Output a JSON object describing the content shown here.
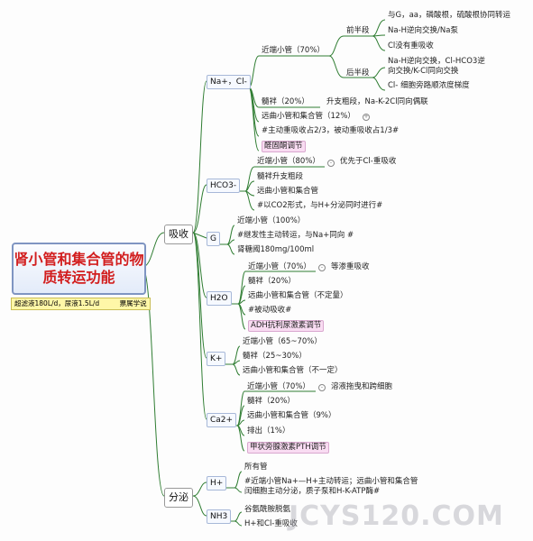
{
  "root": {
    "title": "肾小管和集合管的物质转运功能"
  },
  "note": {
    "text": "超滤液180L/d，尿液1.5L/d　　　票属学说"
  },
  "branches": {
    "absorption": {
      "label": "吸收",
      "na_cl": {
        "label": "Na+，Cl-",
        "proximal": {
          "label": "近端小管（70%）",
          "front": {
            "label": "前半段",
            "items": [
              "与G，aa，磷酸根，硫酸根协同转运",
              "Na-H逆向交换/Na泵",
              "Cl没有重吸收"
            ]
          },
          "back": {
            "label": "后半段",
            "items": [
              "Na-H逆向交换，Cl-HCO3逆向交换/K-Cl同向交换",
              "Cl- 细胞旁路顺浓度梯度"
            ]
          }
        },
        "loop": {
          "label": "髓袢（20%）",
          "detail": "升支粗段，Na-K-2Cl同向偶联"
        },
        "distal": "远曲小管和集合管（12%）",
        "note": "#主动重吸收占2/3，被动重吸收占1/3#",
        "hormone": "醛固酮调节"
      },
      "hco3": {
        "label": "HCO3-",
        "proximal": "近端小管（80%）",
        "proximal_detail": "优先于Cl-重吸收",
        "loop": "髓袢升支粗段",
        "distal": "远曲小管和集合管",
        "note": "#以CO2形式，与H+分泌同时进行#"
      },
      "g": {
        "label": "G",
        "proximal": "近端小管（100%）",
        "note": "#继发性主动转运，与Na+同向 #",
        "threshold": "肾糖阈180mg/100ml"
      },
      "h2o": {
        "label": "H2O",
        "proximal": "近端小管（70%）",
        "proximal_detail": "等渗重吸收",
        "loop": "髓袢（20%）",
        "distal": "远曲小管和集合管（不定量）",
        "note": "#被动吸收#",
        "hormone": "ADH抗利尿激素调节"
      },
      "k": {
        "label": "K+",
        "proximal": "近端小管（65~70%）",
        "loop": "髓袢（25~30%）",
        "distal": "远曲小管和集合管（不一定）"
      },
      "ca": {
        "label": "Ca2+",
        "proximal": "近端小管（70%）",
        "proximal_detail": "溶液拖曳和跨细胞",
        "loop": "髓袢（20%）",
        "distal": "远曲小管和集合管（9%）",
        "excrete": "排出（1%）",
        "hormone": "甲状旁腺激素PTH调节"
      }
    },
    "secretion": {
      "label": "分泌",
      "h": {
        "label": "H+",
        "all": "所有管",
        "detail": "#近端小管Na+—H+主动转运；远曲小管和集合管闰细胞主动分泌，质子泵和H-K-ATP酶#"
      },
      "nh3": {
        "label": "NH3",
        "item1": "谷氨酰胺脱氨",
        "item2": "H+和Cl-重吸收"
      }
    }
  },
  "watermark": "JCYS120.COM",
  "colors": {
    "connector": "#2f7d32",
    "root_text": "#d21e1e",
    "pink_fill": "#f9dcf2",
    "note_fill": "#fff7a8"
  }
}
